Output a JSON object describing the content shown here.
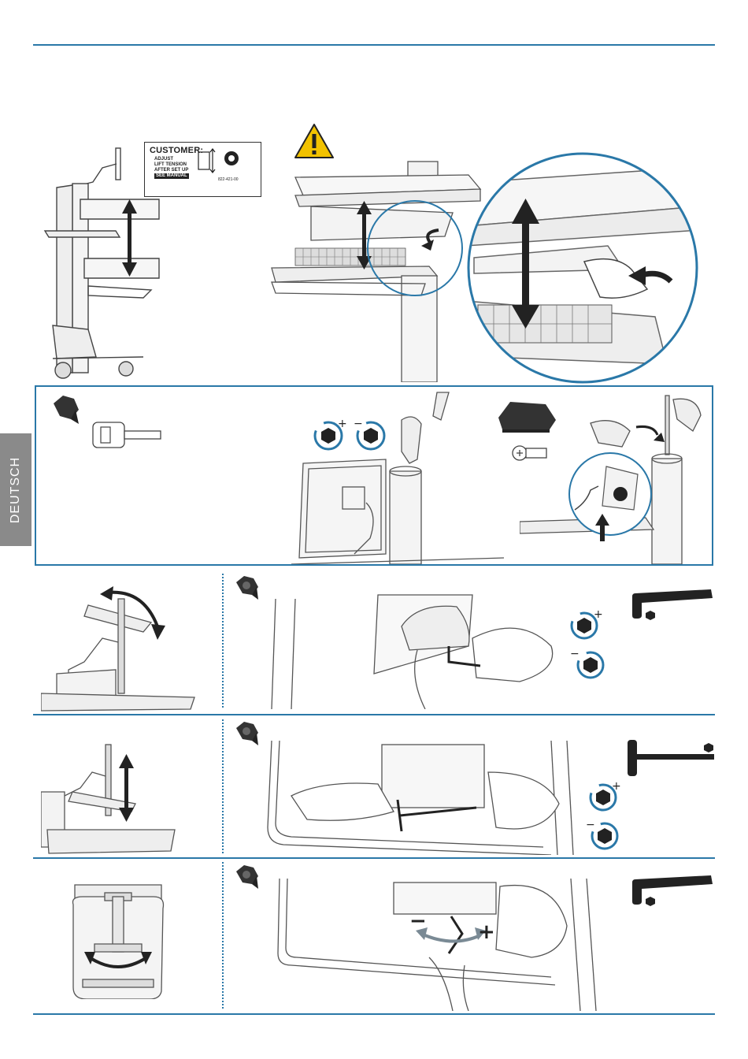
{
  "side_tab": {
    "label": "DEUTSCH"
  },
  "customer_label": {
    "title": "CUSTOMER:",
    "lines": [
      "ADJUST",
      "LIFT TENSION",
      "AFTER SET UP"
    ],
    "see_manual": "SEE MANUAL",
    "part_number": "822-421-00"
  },
  "tension_signs": {
    "plus": "+",
    "minus": "−"
  },
  "colors": {
    "accent": "#2a78a8",
    "side_tab": "#8a8a8a",
    "warning": "#f2c200",
    "ink": "#222222"
  },
  "icons": [
    "warning-icon",
    "allen-key-icon",
    "hex-nut-clockwise-icon",
    "hex-nut-counterclockwise-icon",
    "hex-socket-tool-icon",
    "screw-icon",
    "cap-icon"
  ]
}
